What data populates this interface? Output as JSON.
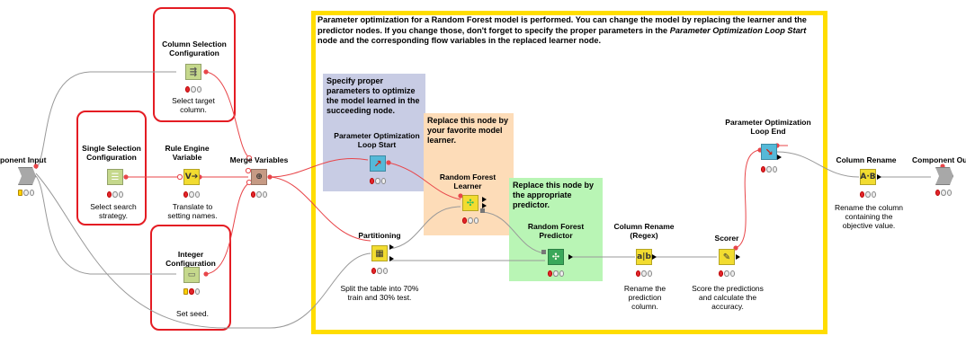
{
  "main_annotation": {
    "line1": "Parameter optimization for a Random Forest model is performed. You can change the model by replacing the learner and the",
    "line2a": "predictor nodes. If you change those, don't forget to specify the proper parameters in the ",
    "line2b": "Parameter Optimization Loop Start",
    "line3": "node and the corresponding flow variables in the replaced learner node."
  },
  "annotations": {
    "blue": "Specify proper parameters to optimize the model learned in the succeeding node.",
    "orange": "Replace this node by your favorite model learner.",
    "green": "Replace this node by the appropriate predictor."
  },
  "nodes": {
    "component_input": {
      "title": "ponent Input"
    },
    "column_selection": {
      "title": "Column Selection Configuration",
      "desc": "Select target column."
    },
    "single_selection": {
      "title": "Single Selection Configuration",
      "desc": "Select search strategy."
    },
    "rule_engine": {
      "title": "Rule Engine Variable",
      "desc": "Translate to setting names."
    },
    "merge_variables": {
      "title": "Merge Variables"
    },
    "integer_config": {
      "title": "Integer Configuration",
      "desc": "Set seed."
    },
    "param_loop_start": {
      "title": "Parameter Optimization Loop Start"
    },
    "partitioning": {
      "title": "Partitioning",
      "desc": "Split the table into 70% train and 30% test."
    },
    "rf_learner": {
      "title": "Random Forest Learner"
    },
    "rf_predictor": {
      "title": "Random Forest Predictor"
    },
    "column_rename_regex": {
      "title": "Column Rename (Regex)",
      "desc": "Rename the prediction column."
    },
    "scorer": {
      "title": "Scorer",
      "desc": "Score the predictions and calculate the accuracy."
    },
    "param_loop_end": {
      "title": "Parameter Optimization Loop End"
    },
    "column_rename": {
      "title": "Column Rename",
      "desc": "Rename the column containing the objective value."
    },
    "component_output": {
      "title": "Component Outp"
    }
  },
  "colors": {
    "highlight_red": "#e41c23",
    "highlight_yellow": "#ffdd00",
    "annotation_blue": "#c8cce4",
    "annotation_orange": "#fddcb8",
    "annotation_green": "#b9f5b5",
    "flow_variable_wire": "#e8464a",
    "data_wire": "#888888"
  },
  "icons": {
    "component_input": "component-input-icon",
    "column_selection": "column-filter-config-icon",
    "single_selection": "selection-config-icon",
    "rule_engine": "rule-engine-icon",
    "merge_variables": "merge-variables-icon",
    "integer_config": "integer-input-icon",
    "param_loop_start": "loop-start-icon",
    "partitioning": "partitioning-icon",
    "rf_learner": "tree-learner-icon",
    "rf_predictor": "tree-predictor-icon",
    "column_rename_regex": "regex-rename-icon",
    "scorer": "scorer-icon",
    "param_loop_end": "loop-end-icon",
    "column_rename": "rename-icon",
    "component_output": "component-output-icon"
  }
}
